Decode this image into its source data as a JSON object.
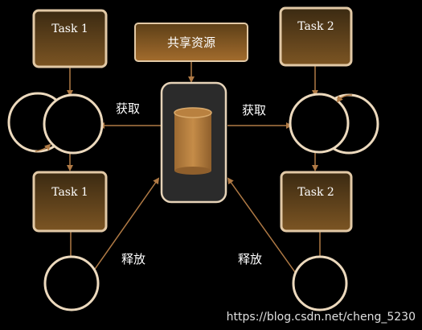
{
  "diagram": {
    "task_left_top": "Task 1",
    "task_left_bottom": "Task 1",
    "task_right_top": "Task 2",
    "task_right_bottom": "Task 2",
    "shared_resource": "共享资源",
    "acquire_left": "获取",
    "acquire_right": "获取",
    "release_left": "释放",
    "release_right": "释放"
  },
  "watermark": "https://blog.csdn.net/cheng_5230",
  "colors": {
    "background": "#000000",
    "box_top": "#3a2a12",
    "box_bottom": "#7a5422",
    "box_border": "#e2c9a6",
    "resource_top": "#5a3d16",
    "resource_bottom": "#a06a2c",
    "db_panel": "#2b2b2b",
    "db_panel_border": "#e6d3b8",
    "cylinder": "#b98140",
    "arrow": "#b07a45",
    "circle_fill": "#000000",
    "circle_stroke": "#ecd9bd",
    "text": "#ffffff"
  }
}
